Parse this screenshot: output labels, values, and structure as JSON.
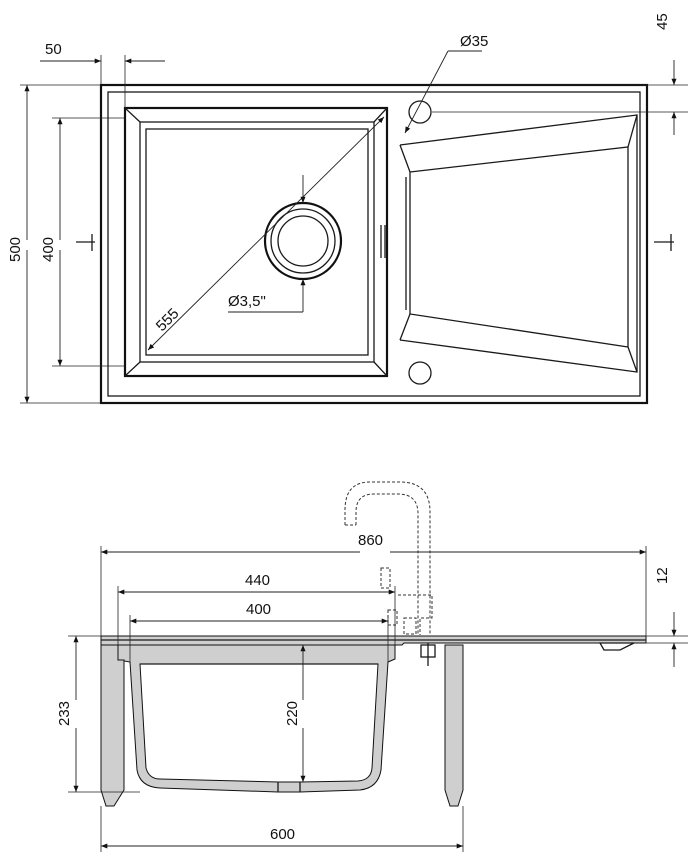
{
  "top_view": {
    "dims": {
      "d50": "50",
      "d45": "45",
      "d35": "Ø35",
      "d500": "500",
      "d400": "400",
      "d555": "555",
      "d3_5": "Ø3,5\""
    }
  },
  "side_view": {
    "dims": {
      "d860": "860",
      "d12": "12",
      "d440": "440",
      "d400": "400",
      "d233": "233",
      "d220": "220",
      "d600": "600"
    }
  }
}
